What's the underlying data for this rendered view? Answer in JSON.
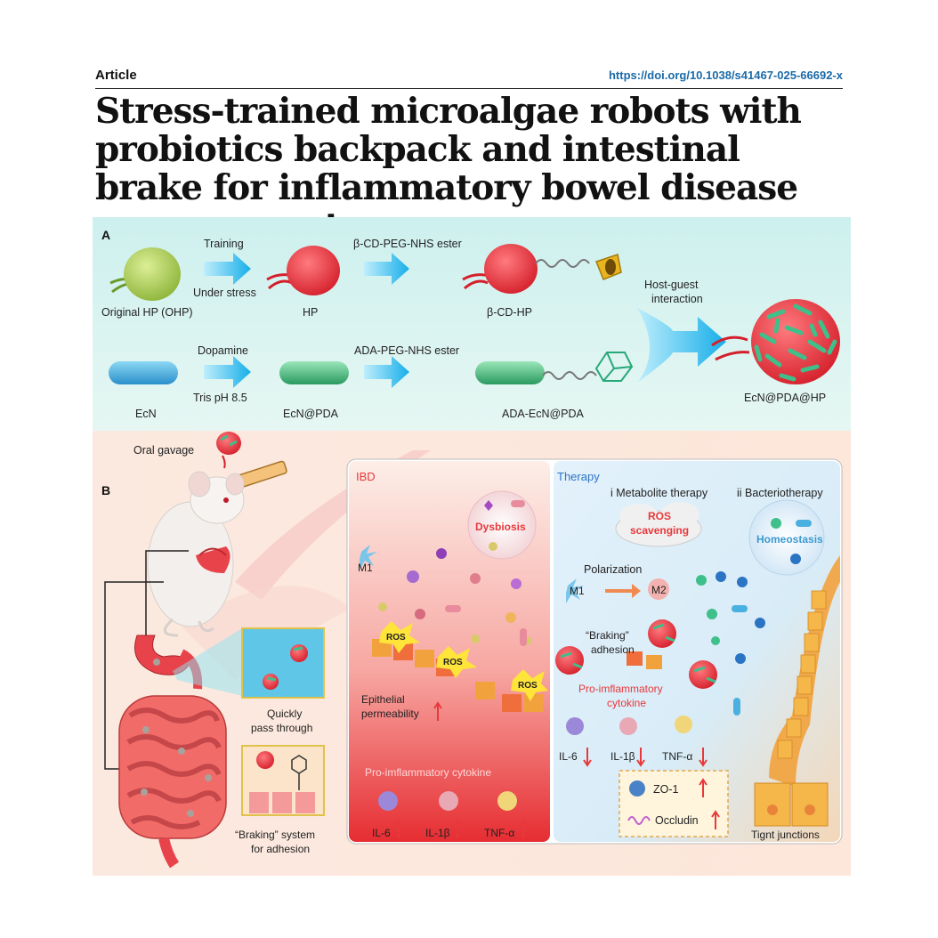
{
  "header": {
    "article_label": "Article",
    "doi": "https://doi.org/10.1038/s41467-025-66692-x"
  },
  "title": "Stress-trained microalgae robots with probiotics backpack and intestinal brake for inflammatory bowel disease management",
  "figure": {
    "panel_a": {
      "letter": "A",
      "training_label": "Training",
      "under_stress_label": "Under stress",
      "bcd_reagent_label": "β-CD-PEG-NHS ester",
      "original_hp_label": "Original HP (OHP)",
      "hp_label": "HP",
      "bcd_hp_label": "β-CD-HP",
      "host_guest_label_1": "Host-guest",
      "host_guest_label_2": "interaction",
      "dopamine_label": "Dopamine",
      "tris_label": "Tris pH 8.5",
      "ada_reagent_label": "ADA-PEG-NHS ester",
      "ecn_label": "EcN",
      "ecn_pda_label": "EcN@PDA",
      "ada_ecn_pda_label": "ADA-EcN@PDA",
      "final_product_label": "EcN@PDA@HP"
    },
    "panel_b": {
      "letter": "B",
      "oral_gavage_label": "Oral gavage",
      "quickly_pass_1": "Quickly",
      "quickly_pass_2": "pass through",
      "braking_system_1": "“Braking” system",
      "braking_system_2": "for adhesion",
      "ibd": {
        "title": "IBD",
        "dysbiosis": "Dysbiosis",
        "m1": "M1",
        "ros": "ROS",
        "epithelial_1": "Epithelial",
        "epithelial_2": "permeability",
        "cytokine_title": "Pro-imflammatory cytokine",
        "il6": "IL-6",
        "il1b": "IL-1β",
        "tnfa": "TNF-α"
      },
      "therapy": {
        "title": "Therapy",
        "metabolite": "i Metabolite therapy",
        "bacteriotherapy": "ii Bacteriotherapy",
        "ros_scavenging_1": "ROS",
        "ros_scavenging_2": "scavenging",
        "homeostasis": "Homeostasis",
        "polarization": "Polarization",
        "m1": "M1",
        "m2": "M2",
        "braking_1": "“Braking”",
        "braking_2": "adhesion",
        "cytokine_1": "Pro-imflammatory",
        "cytokine_2": "cytokine",
        "il6": "IL-6",
        "il1b": "IL-1β",
        "tnfa": "TNF-α",
        "zo1": "ZO-1",
        "occludin": "Occludin",
        "tight_junctions": "Tignt junctions"
      }
    },
    "colors": {
      "panel_a_bg": "#d9f3f0",
      "panel_b_bg": "#fde8dc",
      "ibd_red": "#e8383b",
      "therapy_blue": "#2b74c4",
      "arrow_cyan": "#2db4e8",
      "hp_red": "#e8343e",
      "ohp_green": "#b4d05a",
      "ecn_blue": "#4ab0e0",
      "ecn_green": "#4cc48a"
    }
  }
}
